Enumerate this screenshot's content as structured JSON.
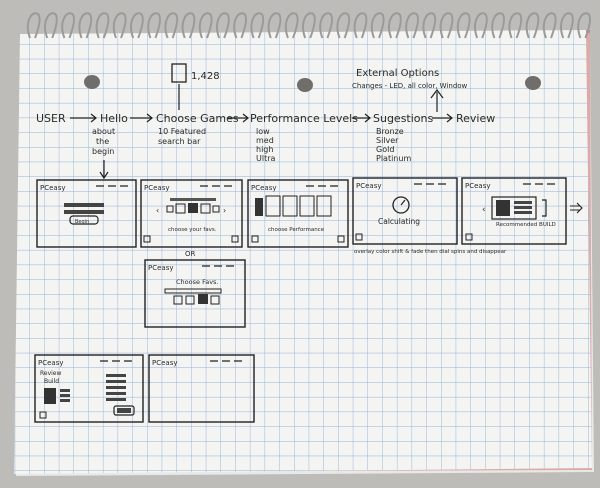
{
  "header": {
    "page_count": "1,428",
    "external_options_title": "External Options",
    "external_options_detail": "Changes - LED, all color, Window"
  },
  "flow": {
    "steps": [
      "USER",
      "Hello",
      "Choose Games",
      "Performance Levels",
      "Sugestions",
      "Review"
    ],
    "hello_notes": [
      "about",
      "the",
      "begin"
    ],
    "games_notes": [
      "10 Featured",
      "search bar"
    ],
    "performance_notes": [
      "low",
      "med",
      "high",
      "Ultra"
    ],
    "suggestion_notes": [
      "Bronze",
      "Silver",
      "Gold",
      "Platinum"
    ]
  },
  "frames": {
    "brand": "PCeasy",
    "begin_label": "Begin",
    "choose_games_caption": "choose your favs.",
    "choose_performance_caption": "choose Performance",
    "calculating_caption": "Calculating",
    "calculating_note": "overlay color shift & fade then dial spins and disappear",
    "recommended_caption": "Recommended BUILD",
    "or_label": "OR",
    "choose_favs_caption": "Choose Favs.",
    "review_title": "Review",
    "review_subtitle": "Build"
  }
}
